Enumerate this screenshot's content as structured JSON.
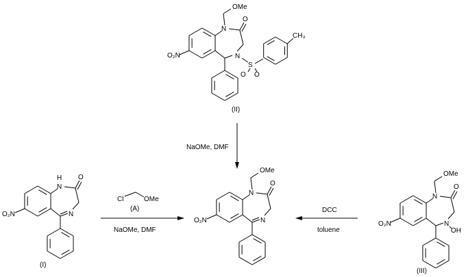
{
  "compounds": {
    "I": {
      "label": "(I)",
      "nitro": "O₂N",
      "n1": "H",
      "n1atom": "N",
      "o": "O",
      "n4": "N"
    },
    "II": {
      "label": "(II)",
      "nitro": "O₂N",
      "n1": "N",
      "ome": "OMe",
      "o": "O",
      "n4": "N",
      "s": "S",
      "so1": "O",
      "so2": "O",
      "ch3": "CH₃"
    },
    "product": {
      "nitro": "O₂N",
      "n1": "N",
      "ome": "OMe",
      "o": "O",
      "n4": "N"
    },
    "III": {
      "label": "(III)",
      "nitro": "O₂N",
      "n1": "N",
      "ome": "OMe",
      "o": "O",
      "n4": "N",
      "oh": "OH"
    }
  },
  "reagents": {
    "vertical": "NaOMe, DMF",
    "left_top_cl": "Cl",
    "left_top_ome": "OMe",
    "left_top_id": "(A)",
    "left_bottom": "NaOMe, DMF",
    "right_top": "DCC",
    "right_bottom": "toluene"
  }
}
